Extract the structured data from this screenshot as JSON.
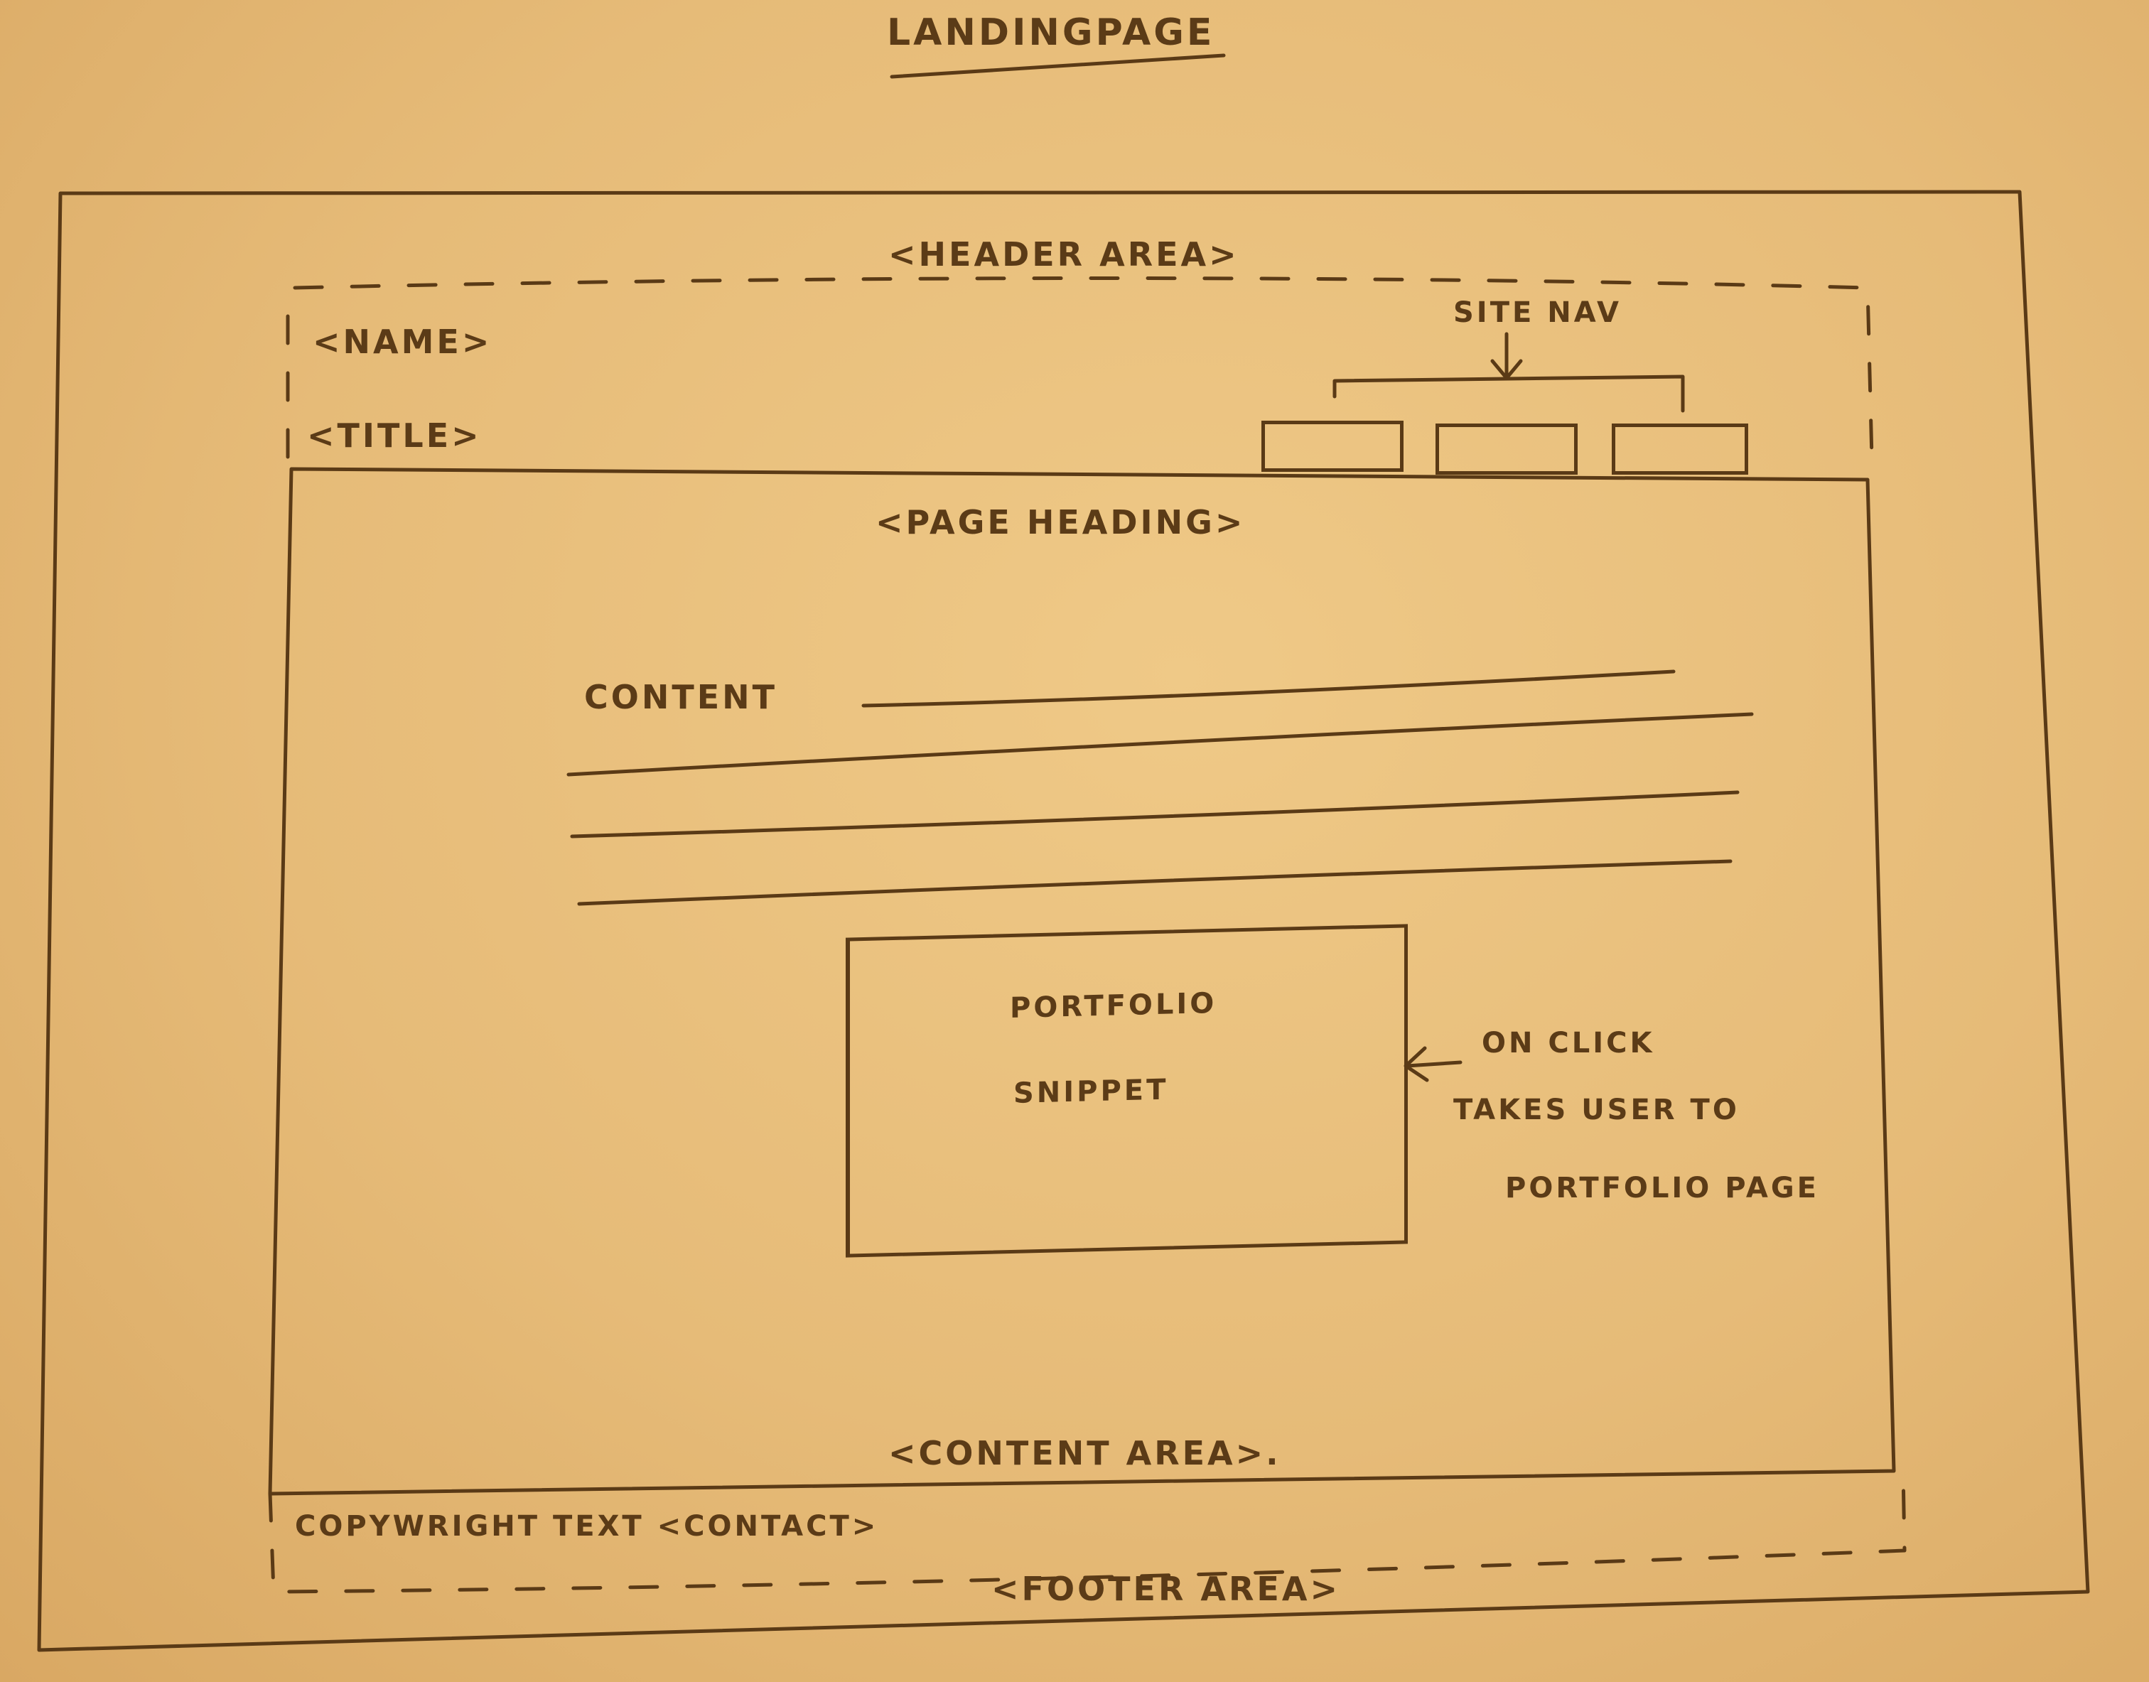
{
  "sketch_title": "LANDINGPAGE",
  "header": {
    "area_label": "<HEADER AREA>",
    "name_label": "<NAME>",
    "title_label": "<TITLE>",
    "site_nav_label": "SITE NAV",
    "nav_items": [
      "",
      "",
      ""
    ]
  },
  "content": {
    "page_heading_label": "<PAGE HEADING>",
    "content_label": "CONTENT",
    "area_label": "<CONTENT AREA>.",
    "portfolio_snippet": {
      "line1": "PORTFOLIO",
      "line2": "SNIPPET"
    },
    "annotation": {
      "line1": "ON CLICK",
      "line2": "TAKES USER TO",
      "line3": "PORTFOLIO PAGE"
    }
  },
  "footer": {
    "copyright_label": "COPYWRIGHT TEXT <CONTACT>",
    "area_label": "<FOOTER AREA>"
  },
  "colors": {
    "paper": "#e8bf7c",
    "ink": "#5a3a16"
  }
}
